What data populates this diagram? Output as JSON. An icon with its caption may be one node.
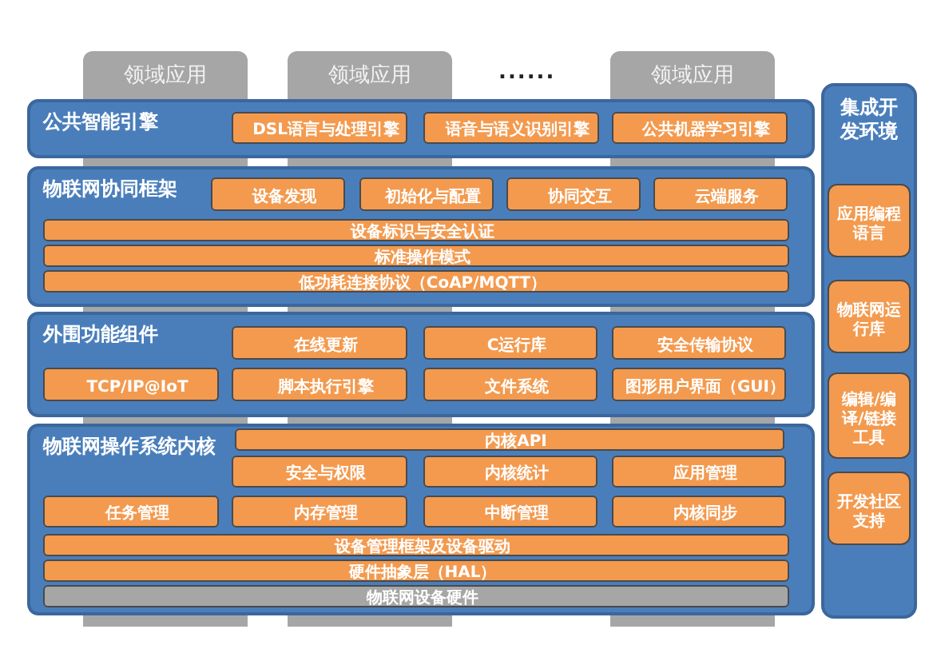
{
  "diagram": {
    "nodes": [
      {
        "text": [
          "领域应用"
        ]
      },
      {
        "text": [
          "领域应用"
        ]
      },
      {
        "text": [
          "领域应用"
        ]
      },
      {
        "text": [
          "公共智能引擎"
        ]
      },
      {
        "text": [
          "DSL语言与处理引擎"
        ],
        "in": 3
      },
      {
        "text": [
          "语音与语义识别引擎"
        ],
        "in": 3
      },
      {
        "text": [
          "公共机器学习引擎"
        ],
        "in": 3
      },
      {
        "text": [
          "物联网协同框架"
        ]
      },
      {
        "text": [
          "设备发现"
        ],
        "in": 7
      },
      {
        "text": [
          "初始化与配置"
        ],
        "in": 7
      },
      {
        "text": [
          "协同交互"
        ],
        "in": 7
      },
      {
        "text": [
          "云端服务"
        ],
        "in": 7
      },
      {
        "text": [
          "设备标识与安全认证"
        ],
        "in": 7
      },
      {
        "text": [
          "标准操作模式"
        ],
        "in": 7
      },
      {
        "text": [
          "低功耗连接协议（CoAP/MQTT）"
        ],
        "in": 7
      },
      {
        "text": [
          "外围功能组件"
        ]
      },
      {
        "text": [
          "在线更新"
        ],
        "in": 15
      },
      {
        "text": [
          "C运行库"
        ],
        "in": 15
      },
      {
        "text": [
          "安全传输协议"
        ],
        "in": 15
      },
      {
        "text": [
          "TCP/IP@IoT"
        ],
        "in": 15
      },
      {
        "text": [
          "脚本执行引擎"
        ],
        "in": 15
      },
      {
        "text": [
          "文件系统"
        ],
        "in": 15
      },
      {
        "text": [
          "图形用户界面（GUI）"
        ],
        "in": 15
      },
      {
        "text": [
          "物联网操作系统内核"
        ]
      },
      {
        "text": [
          "内核API"
        ],
        "in": 23
      },
      {
        "text": [
          "安全与权限"
        ],
        "in": 23
      },
      {
        "text": [
          "内核统计"
        ],
        "in": 23
      },
      {
        "text": [
          "应用管理"
        ],
        "in": 23
      },
      {
        "text": [
          "任务管理"
        ],
        "in": 23
      },
      {
        "text": [
          "内存管理"
        ],
        "in": 23
      },
      {
        "text": [
          "中断管理"
        ],
        "in": 23
      },
      {
        "text": [
          "内核同步"
        ],
        "in": 23
      },
      {
        "text": [
          "设备管理框架及设备驱动"
        ],
        "in": 23
      },
      {
        "text": [
          "硬件抽象层（HAL）"
        ],
        "in": 23
      },
      {
        "text": [
          "物联网设备硬件"
        ],
        "in": 23
      },
      {
        "text": [
          "集成开发环境"
        ]
      },
      {
        "text": [
          "应用编程语言"
        ],
        "in": 35
      },
      {
        "text": [
          "物联网运行库"
        ],
        "in": 35
      },
      {
        "text": [
          "编辑/编译/链接工具"
        ],
        "in": 35
      },
      {
        "text": [
          "开发社区支持"
        ],
        "in": 35
      }
    ],
    "labels": [
      "......"
    ]
  }
}
